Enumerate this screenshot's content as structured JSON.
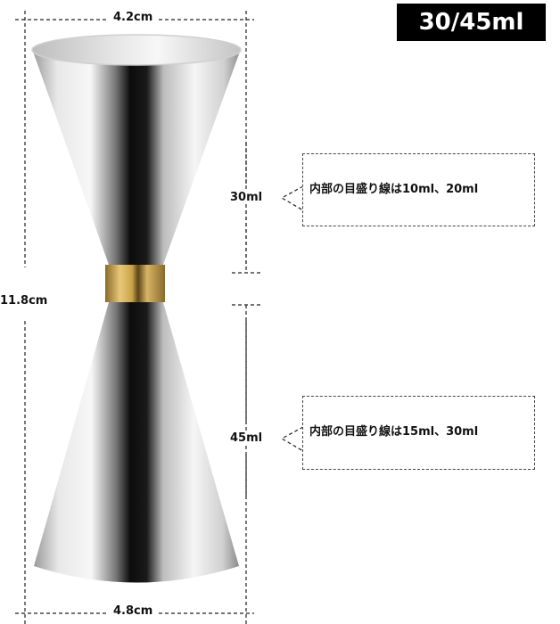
{
  "title_badge": "30/45ml",
  "dimensions": {
    "top_width": "4.2cm",
    "bottom_width": "4.8cm",
    "total_height": "11.8cm",
    "upper_capacity": "30ml",
    "lower_capacity": "45ml"
  },
  "notes": {
    "upper": "内部の目盛り線は10ml、20ml",
    "lower": "内部の目盛り線は15ml、30ml"
  },
  "colors": {
    "badge_bg": "#000000",
    "badge_text": "#ffffff",
    "gold_band": "#c9a24a",
    "steel_light": "#f2f2f2",
    "steel_dark": "#111111"
  }
}
